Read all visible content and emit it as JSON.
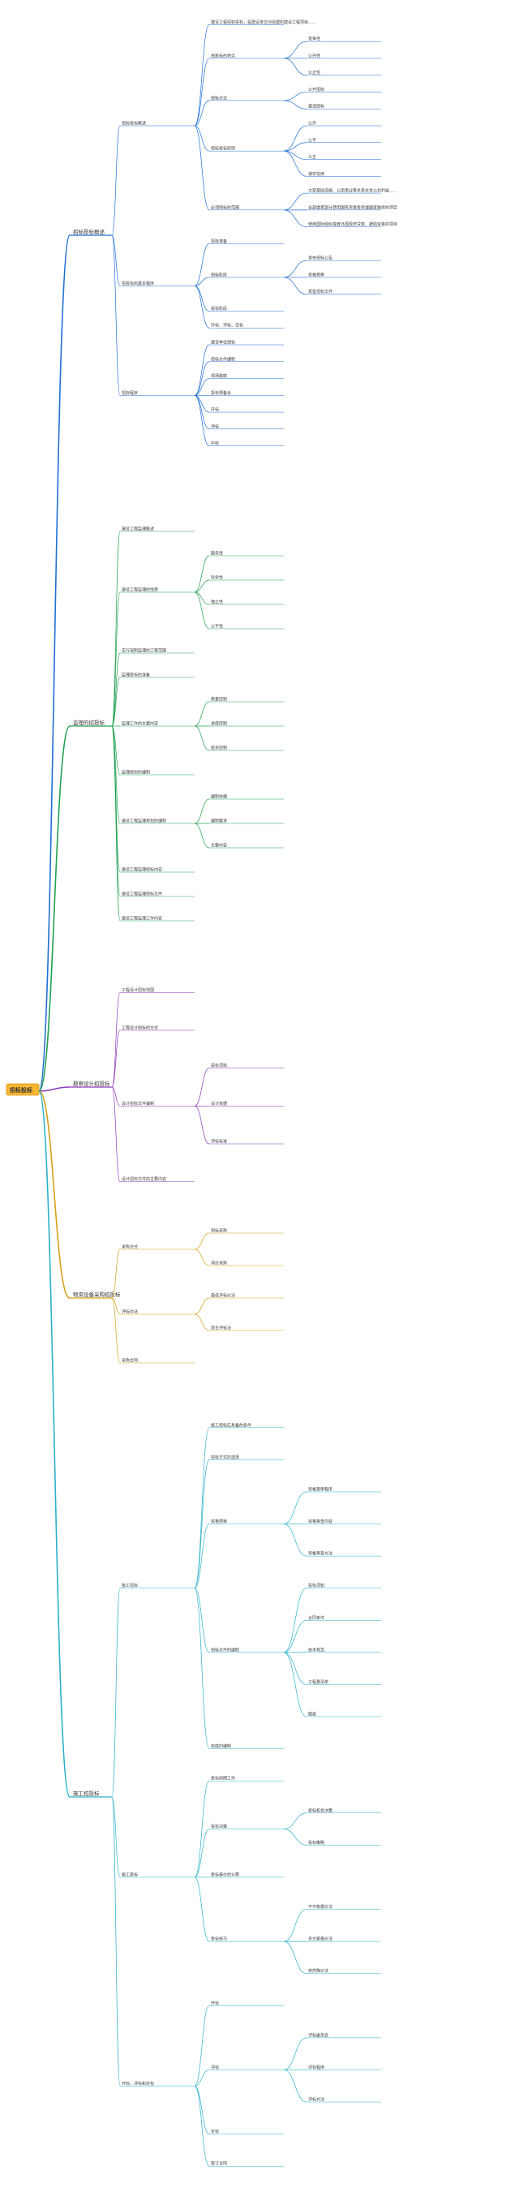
{
  "root": {
    "label": "招标投标"
  },
  "branches": [
    {
      "label": "招标投标概述",
      "color": "#1f6fd6",
      "children": [
        {
          "label": "招标投标概述",
          "children": [
            {
              "label": "建设工程招标投标，是建设单位对拟建的建设工程项目……"
            },
            {
              "label": "招投标的特点",
              "children": [
                {
                  "label": "竞争性"
                },
                {
                  "label": "公开性"
                },
                {
                  "label": "公正性"
                }
              ]
            },
            {
              "label": "招标方式",
              "children": [
                {
                  "label": "公开招标"
                },
                {
                  "label": "邀请招标"
                }
              ]
            },
            {
              "label": "招标投标原则",
              "children": [
                {
                  "label": "公开"
                },
                {
                  "label": "公平"
                },
                {
                  "label": "公正"
                },
                {
                  "label": "诚实信用"
                }
              ]
            },
            {
              "label": "必须招标的范围",
              "children": [
                {
                  "label": "大型基础设施、公用事业等关系社会公共利益……"
                },
                {
                  "label": "全部或者部分使用国有资金投资或国家融资的项目"
                },
                {
                  "label": "使用国际组织或者外国政府贷款、援助资金的项目"
                }
              ]
            }
          ]
        },
        {
          "label": "招投标的基本程序",
          "children": [
            {
              "label": "招标准备"
            },
            {
              "label": "招标阶段",
              "children": [
                {
                  "label": "发布招标公告"
                },
                {
                  "label": "资格预审"
                },
                {
                  "label": "发售招标文件"
                }
              ]
            },
            {
              "label": "投标阶段"
            },
            {
              "label": "开标、评标、定标"
            }
          ]
        },
        {
          "label": "招标程序",
          "children": [
            {
              "label": "建设单位招标"
            },
            {
              "label": "招标文件编制"
            },
            {
              "label": "现场踏勘"
            },
            {
              "label": "投标预备会"
            },
            {
              "label": "开标"
            },
            {
              "label": "评标"
            },
            {
              "label": "中标"
            }
          ]
        }
      ]
    },
    {
      "label": "监理的招投标",
      "color": "#20a050",
      "children": [
        {
          "label": "建设工程监理概述"
        },
        {
          "label": "建设工程监理的性质",
          "children": [
            {
              "label": "服务性"
            },
            {
              "label": "科学性"
            },
            {
              "label": "独立性"
            },
            {
              "label": "公平性"
            }
          ]
        },
        {
          "label": "实行强制监理的工程范围"
        },
        {
          "label": "监理投标的准备"
        },
        {
          "label": "监理工作的主要内容",
          "children": [
            {
              "label": "质量控制"
            },
            {
              "label": "进度控制"
            },
            {
              "label": "投资控制"
            }
          ]
        },
        {
          "label": "监理规划的编制"
        },
        {
          "label": "建设工程监理规划的编制",
          "children": [
            {
              "label": "编制依据"
            },
            {
              "label": "编制要求"
            },
            {
              "label": "主要内容"
            }
          ]
        },
        {
          "label": "建设工程监理招标内容"
        },
        {
          "label": "建设工程监理招标文件"
        },
        {
          "label": "建设工程监理工作内容"
        }
      ]
    },
    {
      "label": "勘察设计招投标",
      "color": "#8a3ab9",
      "children": [
        {
          "label": "工程设计招标范围"
        },
        {
          "label": "工程设计招标的方式"
        },
        {
          "label": "设计招标文件编制",
          "children": [
            {
              "label": "投标须知"
            },
            {
              "label": "设计依据"
            },
            {
              "label": "评标标准"
            }
          ]
        },
        {
          "label": "设计招标文件的主要内容"
        }
      ]
    },
    {
      "label": "物资设备采购招投标",
      "color": "#d4a017",
      "children": [
        {
          "label": "采购方式",
          "children": [
            {
              "label": "招标采购"
            },
            {
              "label": "询价采购"
            }
          ]
        },
        {
          "label": "评标办法",
          "children": [
            {
              "label": "最低评标价法"
            },
            {
              "label": "综合评标法"
            }
          ]
        },
        {
          "label": "采购合同"
        }
      ]
    },
    {
      "label": "施工招投标",
      "color": "#2bb0c9",
      "children": [
        {
          "label": "施工招标",
          "children": [
            {
              "label": "施工招标应具备的条件"
            },
            {
              "label": "招标方式的选择"
            },
            {
              "label": "资格预审",
              "children": [
                {
                  "label": "资格预审程序"
                },
                {
                  "label": "资格审查内容"
                },
                {
                  "label": "资格审查方法"
                }
              ]
            },
            {
              "label": "招标文件的编制",
              "children": [
                {
                  "label": "投标须知"
                },
                {
                  "label": "合同条件"
                },
                {
                  "label": "技术规范"
                },
                {
                  "label": "工程量清单"
                },
                {
                  "label": "图纸"
                }
              ]
            },
            {
              "label": "标底的编制"
            }
          ]
        },
        {
          "label": "施工投标",
          "children": [
            {
              "label": "投标前期工作"
            },
            {
              "label": "投标决策",
              "children": [
                {
                  "label": "投标机会决策"
                },
                {
                  "label": "投标策略"
                }
              ]
            },
            {
              "label": "投标报价的计算"
            },
            {
              "label": "投标技巧",
              "children": [
                {
                  "label": "不平衡报价法"
                },
                {
                  "label": "多方案报价法"
                },
                {
                  "label": "突然降价法"
                }
              ]
            }
          ]
        },
        {
          "label": "开标、评标和定标",
          "children": [
            {
              "label": "开标"
            },
            {
              "label": "评标",
              "children": [
                {
                  "label": "评标委员会"
                },
                {
                  "label": "评标程序"
                },
                {
                  "label": "评标方法"
                }
              ]
            },
            {
              "label": "定标"
            },
            {
              "label": "签订合同"
            }
          ]
        }
      ]
    }
  ]
}
